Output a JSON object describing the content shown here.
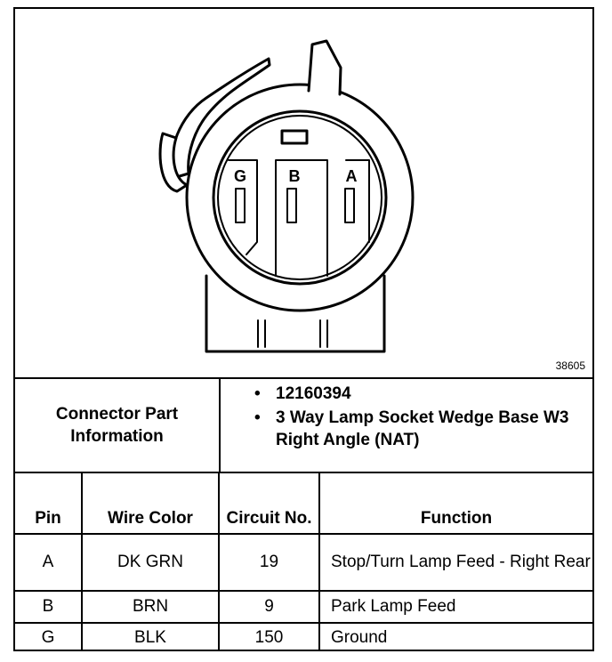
{
  "figure": {
    "id": "38605"
  },
  "connector_image": {
    "pin_labels": [
      "G",
      "B",
      "A"
    ]
  },
  "connector_info": {
    "label_line1": "Connector Part",
    "label_line2": "Information",
    "items": [
      "12160394",
      "3 Way Lamp Socket Wedge Base W3 Right Angle (NAT)"
    ]
  },
  "pin_table": {
    "headers": {
      "pin": "Pin",
      "wire_color": "Wire Color",
      "circuit": "Circuit No.",
      "function": "Function"
    },
    "rows": [
      {
        "pin": "A",
        "wire_color": "DK GRN",
        "circuit": "19",
        "function": "Stop/Turn Lamp Feed - Right Rear"
      },
      {
        "pin": "B",
        "wire_color": "BRN",
        "circuit": "9",
        "function": "Park Lamp Feed"
      },
      {
        "pin": "G",
        "wire_color": "BLK",
        "circuit": "150",
        "function": "Ground"
      }
    ]
  }
}
